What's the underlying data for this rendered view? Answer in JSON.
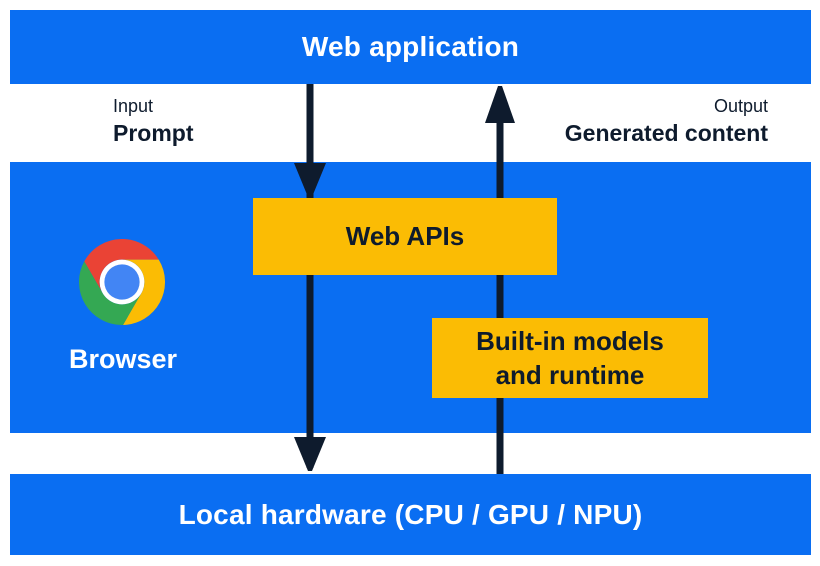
{
  "diagram": {
    "title_hint": "Built-in AI browser architecture diagram",
    "top_bar": {
      "label": "Web application"
    },
    "io_labels": {
      "input_caption": "Input",
      "input_label": "Prompt",
      "output_caption": "Output",
      "output_label": "Generated content"
    },
    "browser_panel": {
      "browser_icon": "chrome-logo",
      "browser_label": "Browser",
      "web_apis_label": "Web APIs",
      "builtin_models_line1": "Built-in models",
      "builtin_models_line2": "and runtime"
    },
    "bottom_bar": {
      "label": "Local hardware (CPU / GPU / NPU)"
    },
    "flows": {
      "down_arrow": "prompt-to-web-apis-to-local-hardware",
      "up_arrow": "local-hardware-to-generated-content"
    },
    "colors": {
      "panel_blue": "#0a6ef2",
      "box_yellow": "#fbbc04",
      "ink_navy": "#0e1b2d",
      "chrome_red": "#ea4335",
      "chrome_yellow": "#fbbc04",
      "chrome_green": "#34a853",
      "chrome_blue": "#4285f4"
    }
  }
}
